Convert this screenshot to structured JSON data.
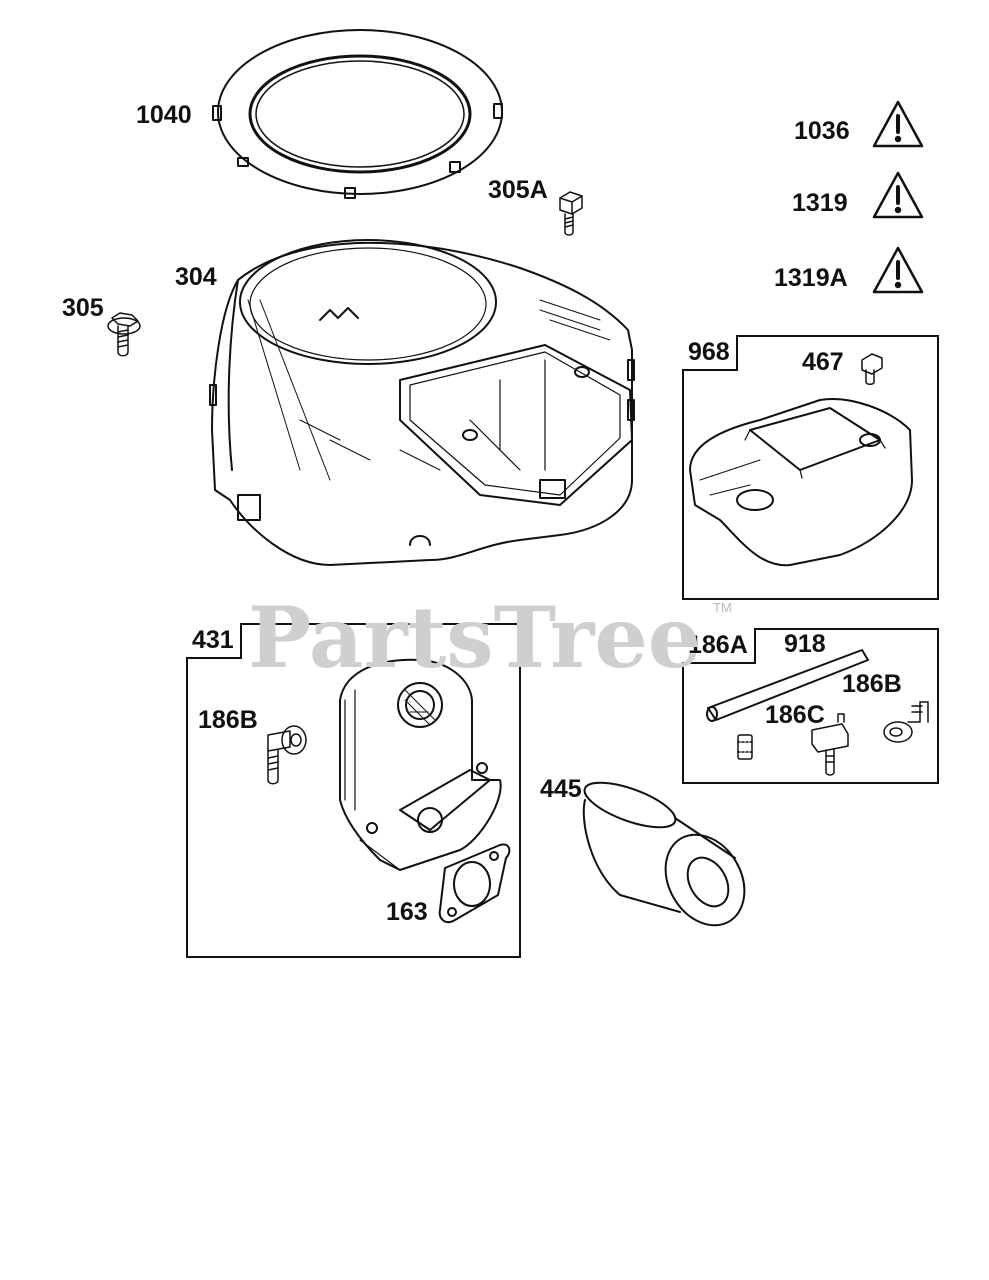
{
  "watermark": {
    "text": "PartsTree",
    "tm": "TM"
  },
  "labels": {
    "p1040": "1040",
    "p305A": "305A",
    "p304": "304",
    "p305": "305",
    "p1036": "1036",
    "p1319": "1319",
    "p1319A": "1319A",
    "p467": "467",
    "p918": "918",
    "p186B_right": "186B",
    "p186C": "186C",
    "p186B_left": "186B",
    "p445": "445",
    "p163": "163"
  },
  "boxes": {
    "b968": "968",
    "b431": "431",
    "b186A": "186A"
  }
}
